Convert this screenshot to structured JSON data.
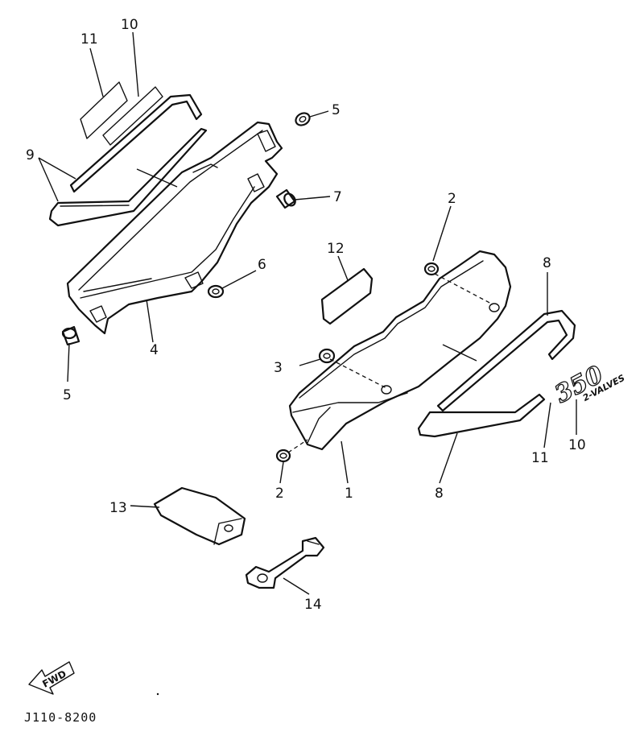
{
  "callouts": {
    "c11_top": "11",
    "c10_top": "10",
    "c9": "9",
    "c5_top": "5",
    "c7": "7",
    "c6": "6",
    "c4": "4",
    "c5_bottom": "5",
    "c12": "12",
    "c2_top": "2",
    "c8_top": "8",
    "c3": "3",
    "c2_bottom": "2",
    "c1": "1",
    "c8_bottom": "8",
    "c11_right": "11",
    "c10_right": "10",
    "c13": "13",
    "c14": "14"
  },
  "emblem": {
    "number": "350",
    "sub": "2-VALVES"
  },
  "fwd_label": "FWD",
  "diagram_code": "J110-8200"
}
